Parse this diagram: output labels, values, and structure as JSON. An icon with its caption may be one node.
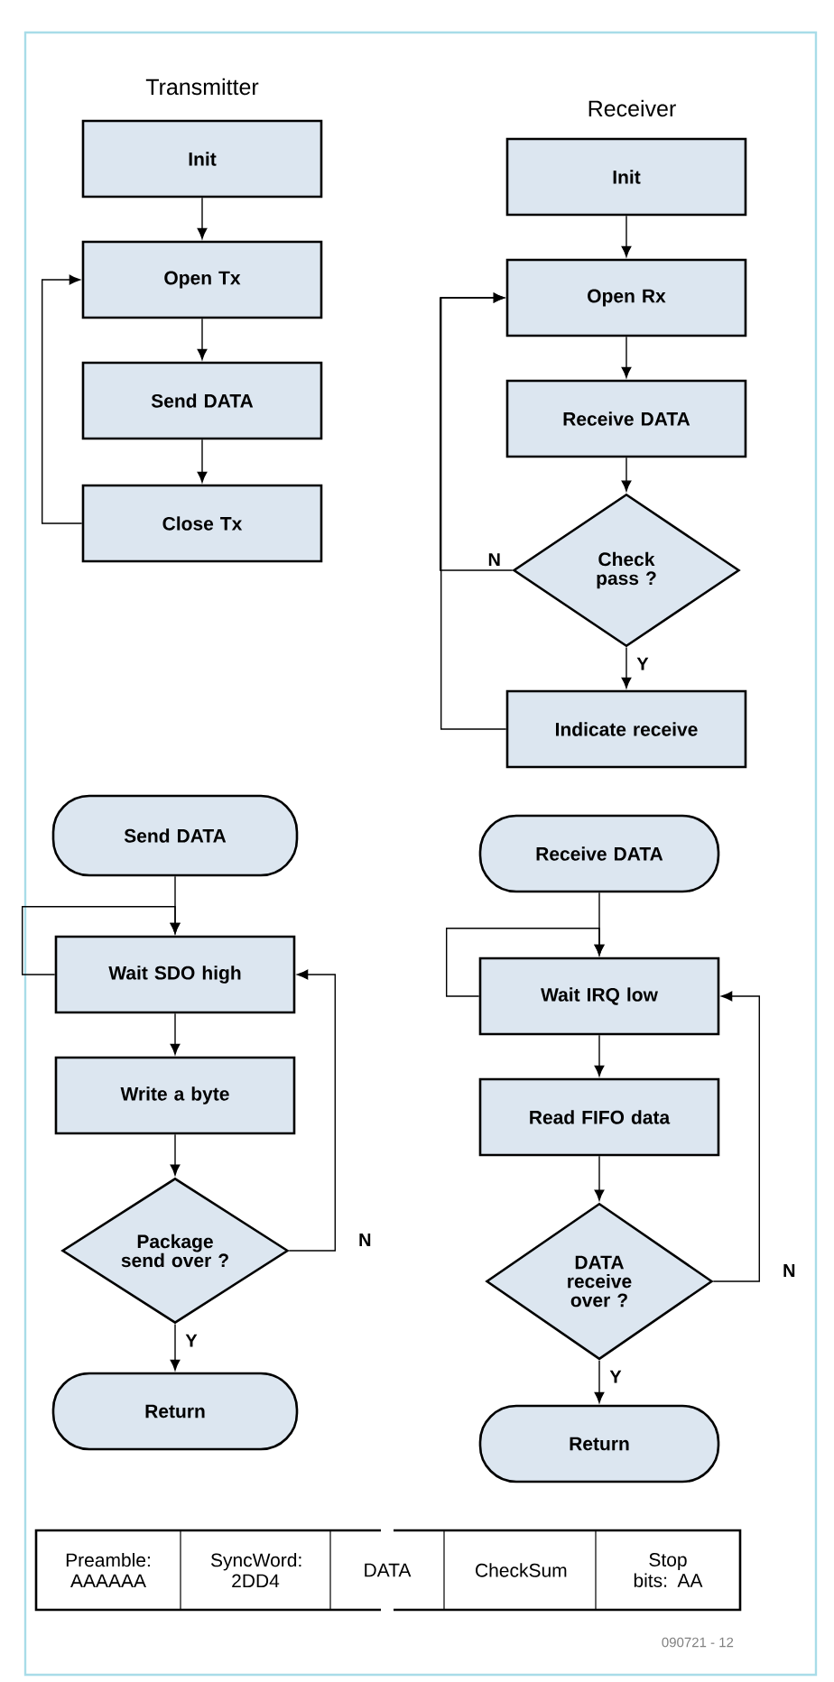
{
  "diagram": {
    "nodes": [
      {
        "text": [
          "Init"
        ]
      },
      {
        "text": [
          "Open Tx"
        ]
      },
      {
        "text": [
          "Send DATA"
        ]
      },
      {
        "text": [
          "Close Tx"
        ]
      },
      {
        "text": [
          "Init"
        ]
      },
      {
        "text": [
          "Open Rx"
        ]
      },
      {
        "text": [
          "Receive DATA"
        ]
      },
      {
        "text": [
          "Check pass ?"
        ]
      },
      {
        "text": [
          "Indicate receive"
        ]
      },
      {
        "text": [
          "Send DATA"
        ]
      },
      {
        "text": [
          "Wait SDO high"
        ]
      },
      {
        "text": [
          "Write a byte"
        ]
      },
      {
        "text": [
          "Package send over ?"
        ]
      },
      {
        "text": [
          "Return"
        ]
      },
      {
        "text": [
          "Receive DATA"
        ]
      },
      {
        "text": [
          "Wait IRQ low"
        ]
      },
      {
        "text": [
          "Read FIFO data"
        ]
      },
      {
        "text": [
          "DATA receive over ?"
        ]
      },
      {
        "text": [
          "Return"
        ]
      }
    ],
    "edges": [
      {
        "from": 0,
        "to": 1,
        "arrow": "to"
      },
      {
        "from": 1,
        "to": 2,
        "arrow": "to"
      },
      {
        "from": 2,
        "to": 3,
        "arrow": "to"
      },
      {
        "from": 3,
        "to": 1,
        "arrow": "to"
      },
      {
        "from": 4,
        "to": 5,
        "arrow": "to"
      },
      {
        "from": 5,
        "to": 6,
        "arrow": "to"
      },
      {
        "from": 6,
        "to": 7,
        "arrow": "to"
      },
      {
        "from": 7,
        "to": 8,
        "arrow": "to",
        "label": "Y"
      },
      {
        "from": 7,
        "to": 5,
        "arrow": "to",
        "label": "N"
      },
      {
        "from": 8,
        "to": 5,
        "arrow": "to"
      },
      {
        "from": 9,
        "to": 10,
        "arrow": "to"
      },
      {
        "from": 10,
        "to": 10,
        "arrow": "to"
      },
      {
        "from": 10,
        "to": 11,
        "arrow": "to"
      },
      {
        "from": 11,
        "to": 12,
        "arrow": "to"
      },
      {
        "from": 12,
        "to": 13,
        "arrow": "to",
        "label": "Y"
      },
      {
        "from": 12,
        "to": 10,
        "arrow": "to",
        "label": "N"
      },
      {
        "from": 14,
        "to": 15,
        "arrow": "to"
      },
      {
        "from": 15,
        "to": 15,
        "arrow": "to"
      },
      {
        "from": 15,
        "to": 16,
        "arrow": "to"
      },
      {
        "from": 16,
        "to": 17,
        "arrow": "to"
      },
      {
        "from": 17,
        "to": 18,
        "arrow": "to",
        "label": "Y"
      },
      {
        "from": 17,
        "to": 15,
        "arrow": "to",
        "label": "N"
      }
    ],
    "labels": [
      "Transmitter",
      "Receiver",
      "Preamble: AAAAAA",
      "SyncWord: 2DD4",
      "DATA",
      "CheckSum",
      "Stop bits: AA",
      "090721 - 12"
    ]
  }
}
